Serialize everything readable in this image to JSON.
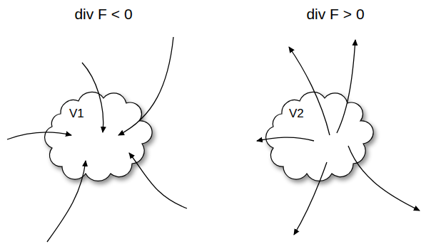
{
  "diagram": {
    "nodes": [
      {
        "text": [
          "V1"
        ]
      },
      {
        "text": [
          "V2"
        ]
      }
    ],
    "labels": [
      "div F < 0",
      "div F > 0"
    ]
  }
}
